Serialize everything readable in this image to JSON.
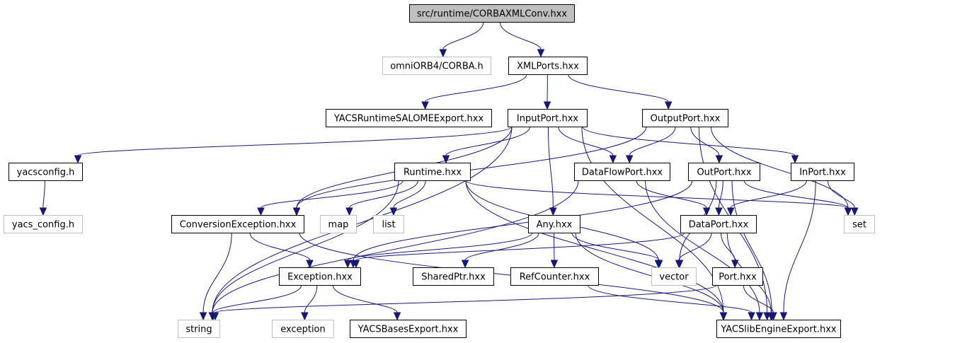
{
  "title": "src/runtime/CORBAXMLConv.hxx",
  "colors": {
    "edge": "#191970",
    "root_fill": "#bfbfbf",
    "external_border": "#bfbfbf",
    "internal_border": "#000000"
  },
  "nodes": [
    {
      "id": "root",
      "label": "src/runtime/CORBAXMLConv.hxx",
      "kind": "root"
    },
    {
      "id": "omniorb",
      "label": "omniORB4/CORBA.h",
      "kind": "external"
    },
    {
      "id": "xmlports",
      "label": "XMLPorts.hxx",
      "kind": "internal"
    },
    {
      "id": "yacsruntime",
      "label": "YACSRuntimeSALOMEExport.hxx",
      "kind": "internal"
    },
    {
      "id": "inputport",
      "label": "InputPort.hxx",
      "kind": "internal"
    },
    {
      "id": "outputport",
      "label": "OutputPort.hxx",
      "kind": "internal"
    },
    {
      "id": "yacsconfig",
      "label": "yacsconfig.h",
      "kind": "internal"
    },
    {
      "id": "yacs_config",
      "label": "yacs_config.h",
      "kind": "external"
    },
    {
      "id": "runtime",
      "label": "Runtime.hxx",
      "kind": "internal"
    },
    {
      "id": "dataflowport",
      "label": "DataFlowPort.hxx",
      "kind": "internal"
    },
    {
      "id": "outport",
      "label": "OutPort.hxx",
      "kind": "internal"
    },
    {
      "id": "inport",
      "label": "InPort.hxx",
      "kind": "internal"
    },
    {
      "id": "conversionexc",
      "label": "ConversionException.hxx",
      "kind": "internal"
    },
    {
      "id": "map",
      "label": "map",
      "kind": "external"
    },
    {
      "id": "list",
      "label": "list",
      "kind": "external"
    },
    {
      "id": "any",
      "label": "Any.hxx",
      "kind": "internal"
    },
    {
      "id": "dataport",
      "label": "DataPort.hxx",
      "kind": "internal"
    },
    {
      "id": "set",
      "label": "set",
      "kind": "external"
    },
    {
      "id": "exception_hxx",
      "label": "Exception.hxx",
      "kind": "internal"
    },
    {
      "id": "sharedptr",
      "label": "SharedPtr.hxx",
      "kind": "internal"
    },
    {
      "id": "refcounter",
      "label": "RefCounter.hxx",
      "kind": "internal"
    },
    {
      "id": "vector",
      "label": "vector",
      "kind": "external"
    },
    {
      "id": "port",
      "label": "Port.hxx",
      "kind": "internal"
    },
    {
      "id": "string",
      "label": "string",
      "kind": "external"
    },
    {
      "id": "exception",
      "label": "exception",
      "kind": "external"
    },
    {
      "id": "yacsbases",
      "label": "YACSBasesExport.hxx",
      "kind": "internal"
    },
    {
      "id": "yacslibengine",
      "label": "YACSlibEngineExport.hxx",
      "kind": "internal"
    }
  ],
  "edges": [
    [
      "root",
      "omniorb"
    ],
    [
      "root",
      "xmlports"
    ],
    [
      "xmlports",
      "yacsruntime"
    ],
    [
      "xmlports",
      "inputport"
    ],
    [
      "xmlports",
      "outputport"
    ],
    [
      "inputport",
      "yacsconfig"
    ],
    [
      "inputport",
      "runtime"
    ],
    [
      "inputport",
      "dataflowport"
    ],
    [
      "inputport",
      "inport"
    ],
    [
      "inputport",
      "conversionexc"
    ],
    [
      "inputport",
      "any"
    ],
    [
      "inputport",
      "string"
    ],
    [
      "inputport",
      "yacslibengine"
    ],
    [
      "outputport",
      "dataflowport"
    ],
    [
      "outputport",
      "outport"
    ],
    [
      "outputport",
      "conversionexc"
    ],
    [
      "outputport",
      "set"
    ],
    [
      "outputport",
      "yacslibengine"
    ],
    [
      "yacsconfig",
      "yacs_config"
    ],
    [
      "runtime",
      "conversionexc"
    ],
    [
      "runtime",
      "map"
    ],
    [
      "runtime",
      "list"
    ],
    [
      "runtime",
      "string"
    ],
    [
      "runtime",
      "vector"
    ],
    [
      "runtime",
      "set"
    ],
    [
      "runtime",
      "yacslibengine"
    ],
    [
      "dataflowport",
      "dataport"
    ],
    [
      "dataflowport",
      "string"
    ],
    [
      "dataflowport",
      "yacslibengine"
    ],
    [
      "outport",
      "dataport"
    ],
    [
      "outport",
      "set"
    ],
    [
      "outport",
      "exception_hxx"
    ],
    [
      "outport",
      "vector"
    ],
    [
      "outport",
      "yacslibengine"
    ],
    [
      "inport",
      "dataport"
    ],
    [
      "inport",
      "set"
    ],
    [
      "inport",
      "yacslibengine"
    ],
    [
      "conversionexc",
      "exception_hxx"
    ],
    [
      "conversionexc",
      "string"
    ],
    [
      "conversionexc",
      "yacslibengine"
    ],
    [
      "any",
      "exception_hxx"
    ],
    [
      "any",
      "sharedptr"
    ],
    [
      "any",
      "refcounter"
    ],
    [
      "any",
      "vector"
    ],
    [
      "any",
      "yacslibengine"
    ],
    [
      "dataport",
      "exception_hxx"
    ],
    [
      "dataport",
      "port"
    ],
    [
      "dataport",
      "vector"
    ],
    [
      "dataport",
      "yacslibengine"
    ],
    [
      "exception_hxx",
      "string"
    ],
    [
      "exception_hxx",
      "exception"
    ],
    [
      "exception_hxx",
      "yacsbases"
    ],
    [
      "refcounter",
      "yacslibengine"
    ],
    [
      "port",
      "string"
    ],
    [
      "port",
      "yacslibengine"
    ]
  ]
}
